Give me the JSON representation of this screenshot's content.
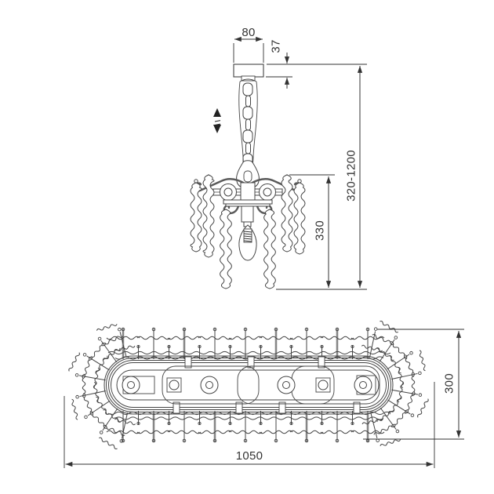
{
  "dimensions": {
    "canopy_width_mm": "80",
    "canopy_height_mm": "37",
    "overall_height_mm": "320-1200",
    "body_height_mm": "330",
    "fixture_length_mm": "1050",
    "fixture_width_mm": "300"
  }
}
